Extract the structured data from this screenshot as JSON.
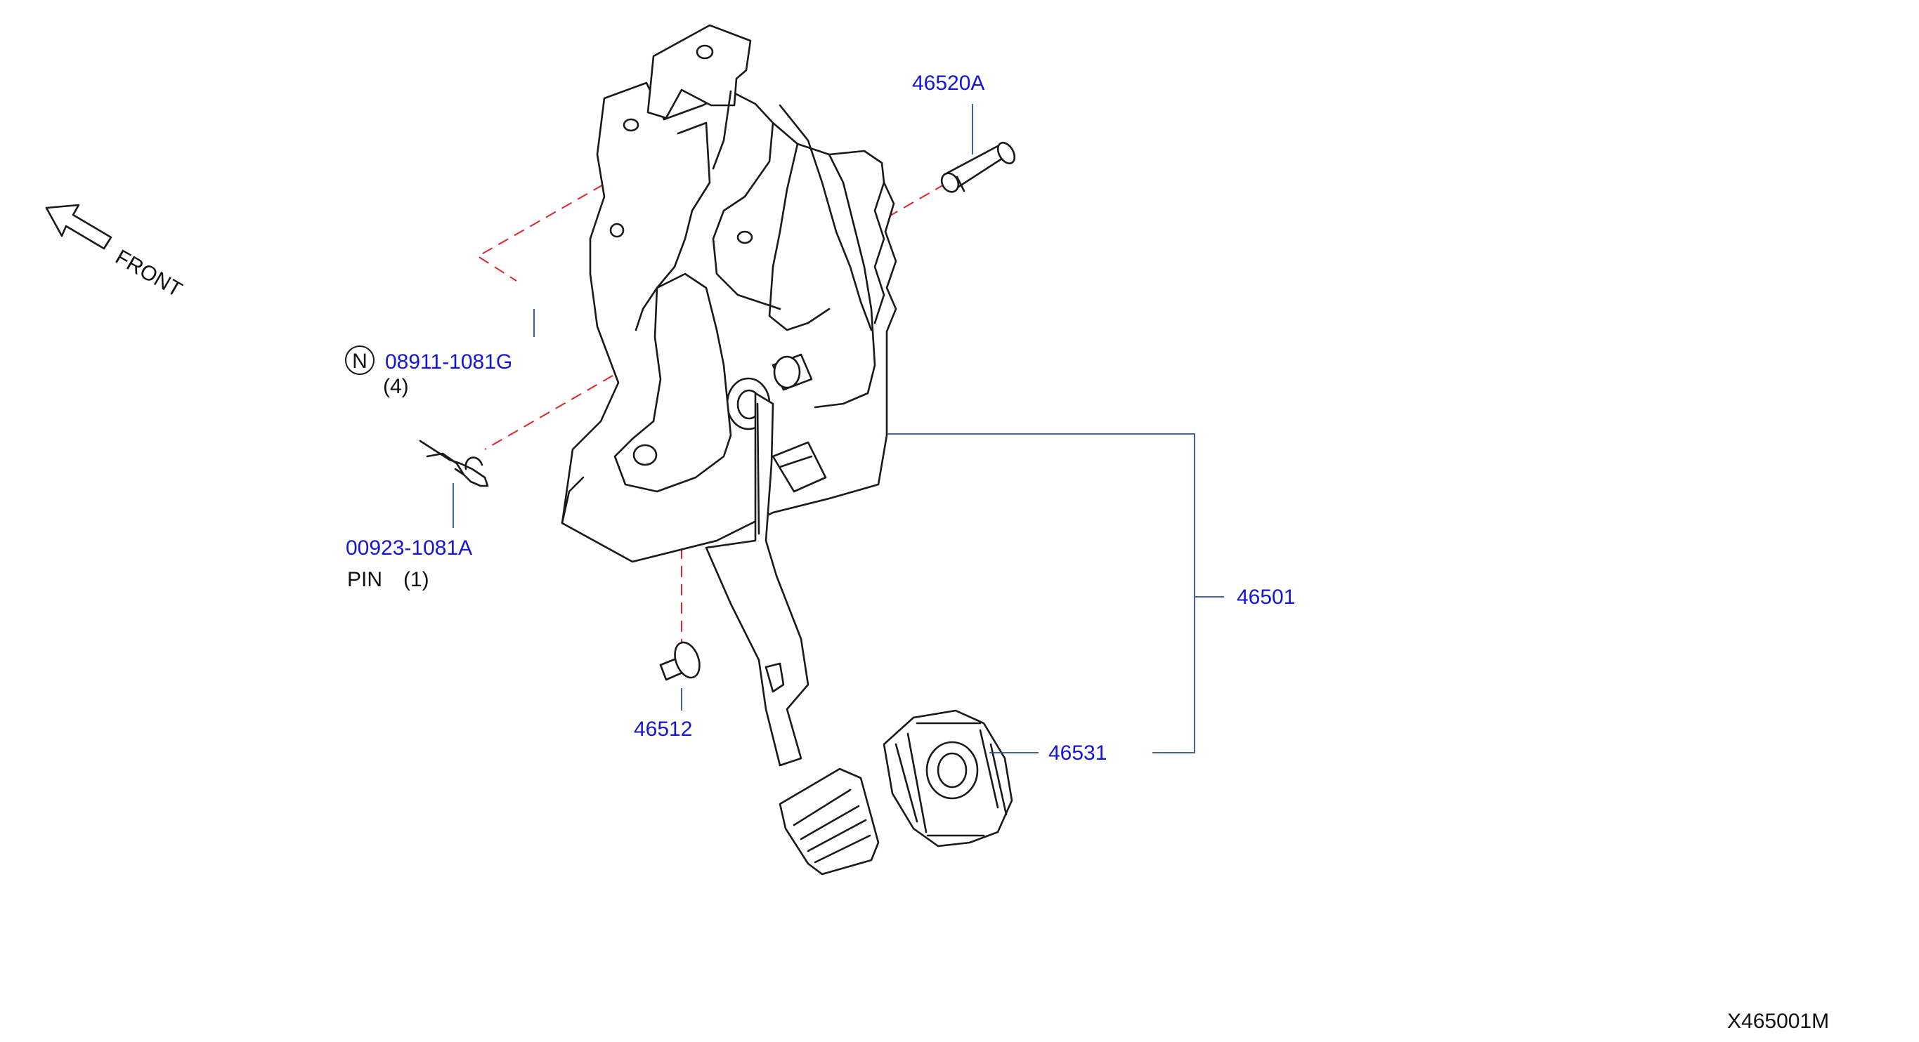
{
  "front_label": "FRONT",
  "parts": {
    "bolt": {
      "number": "46520A"
    },
    "nut": {
      "symbol": "N",
      "number": "08911-1081G",
      "qty": "(4)"
    },
    "pin": {
      "number": "00923-1081A",
      "name": "PIN",
      "qty": "(1)"
    },
    "stopper": {
      "number": "46512"
    },
    "pedal_assembly": {
      "number": "46501"
    },
    "pad": {
      "number": "46531"
    }
  },
  "diagram_code": "X465001M",
  "colors": {
    "part_number": "#1515d8",
    "leader": "#2f4f9a",
    "centerline": "#e0242a",
    "ink": "#1a1a1a"
  }
}
